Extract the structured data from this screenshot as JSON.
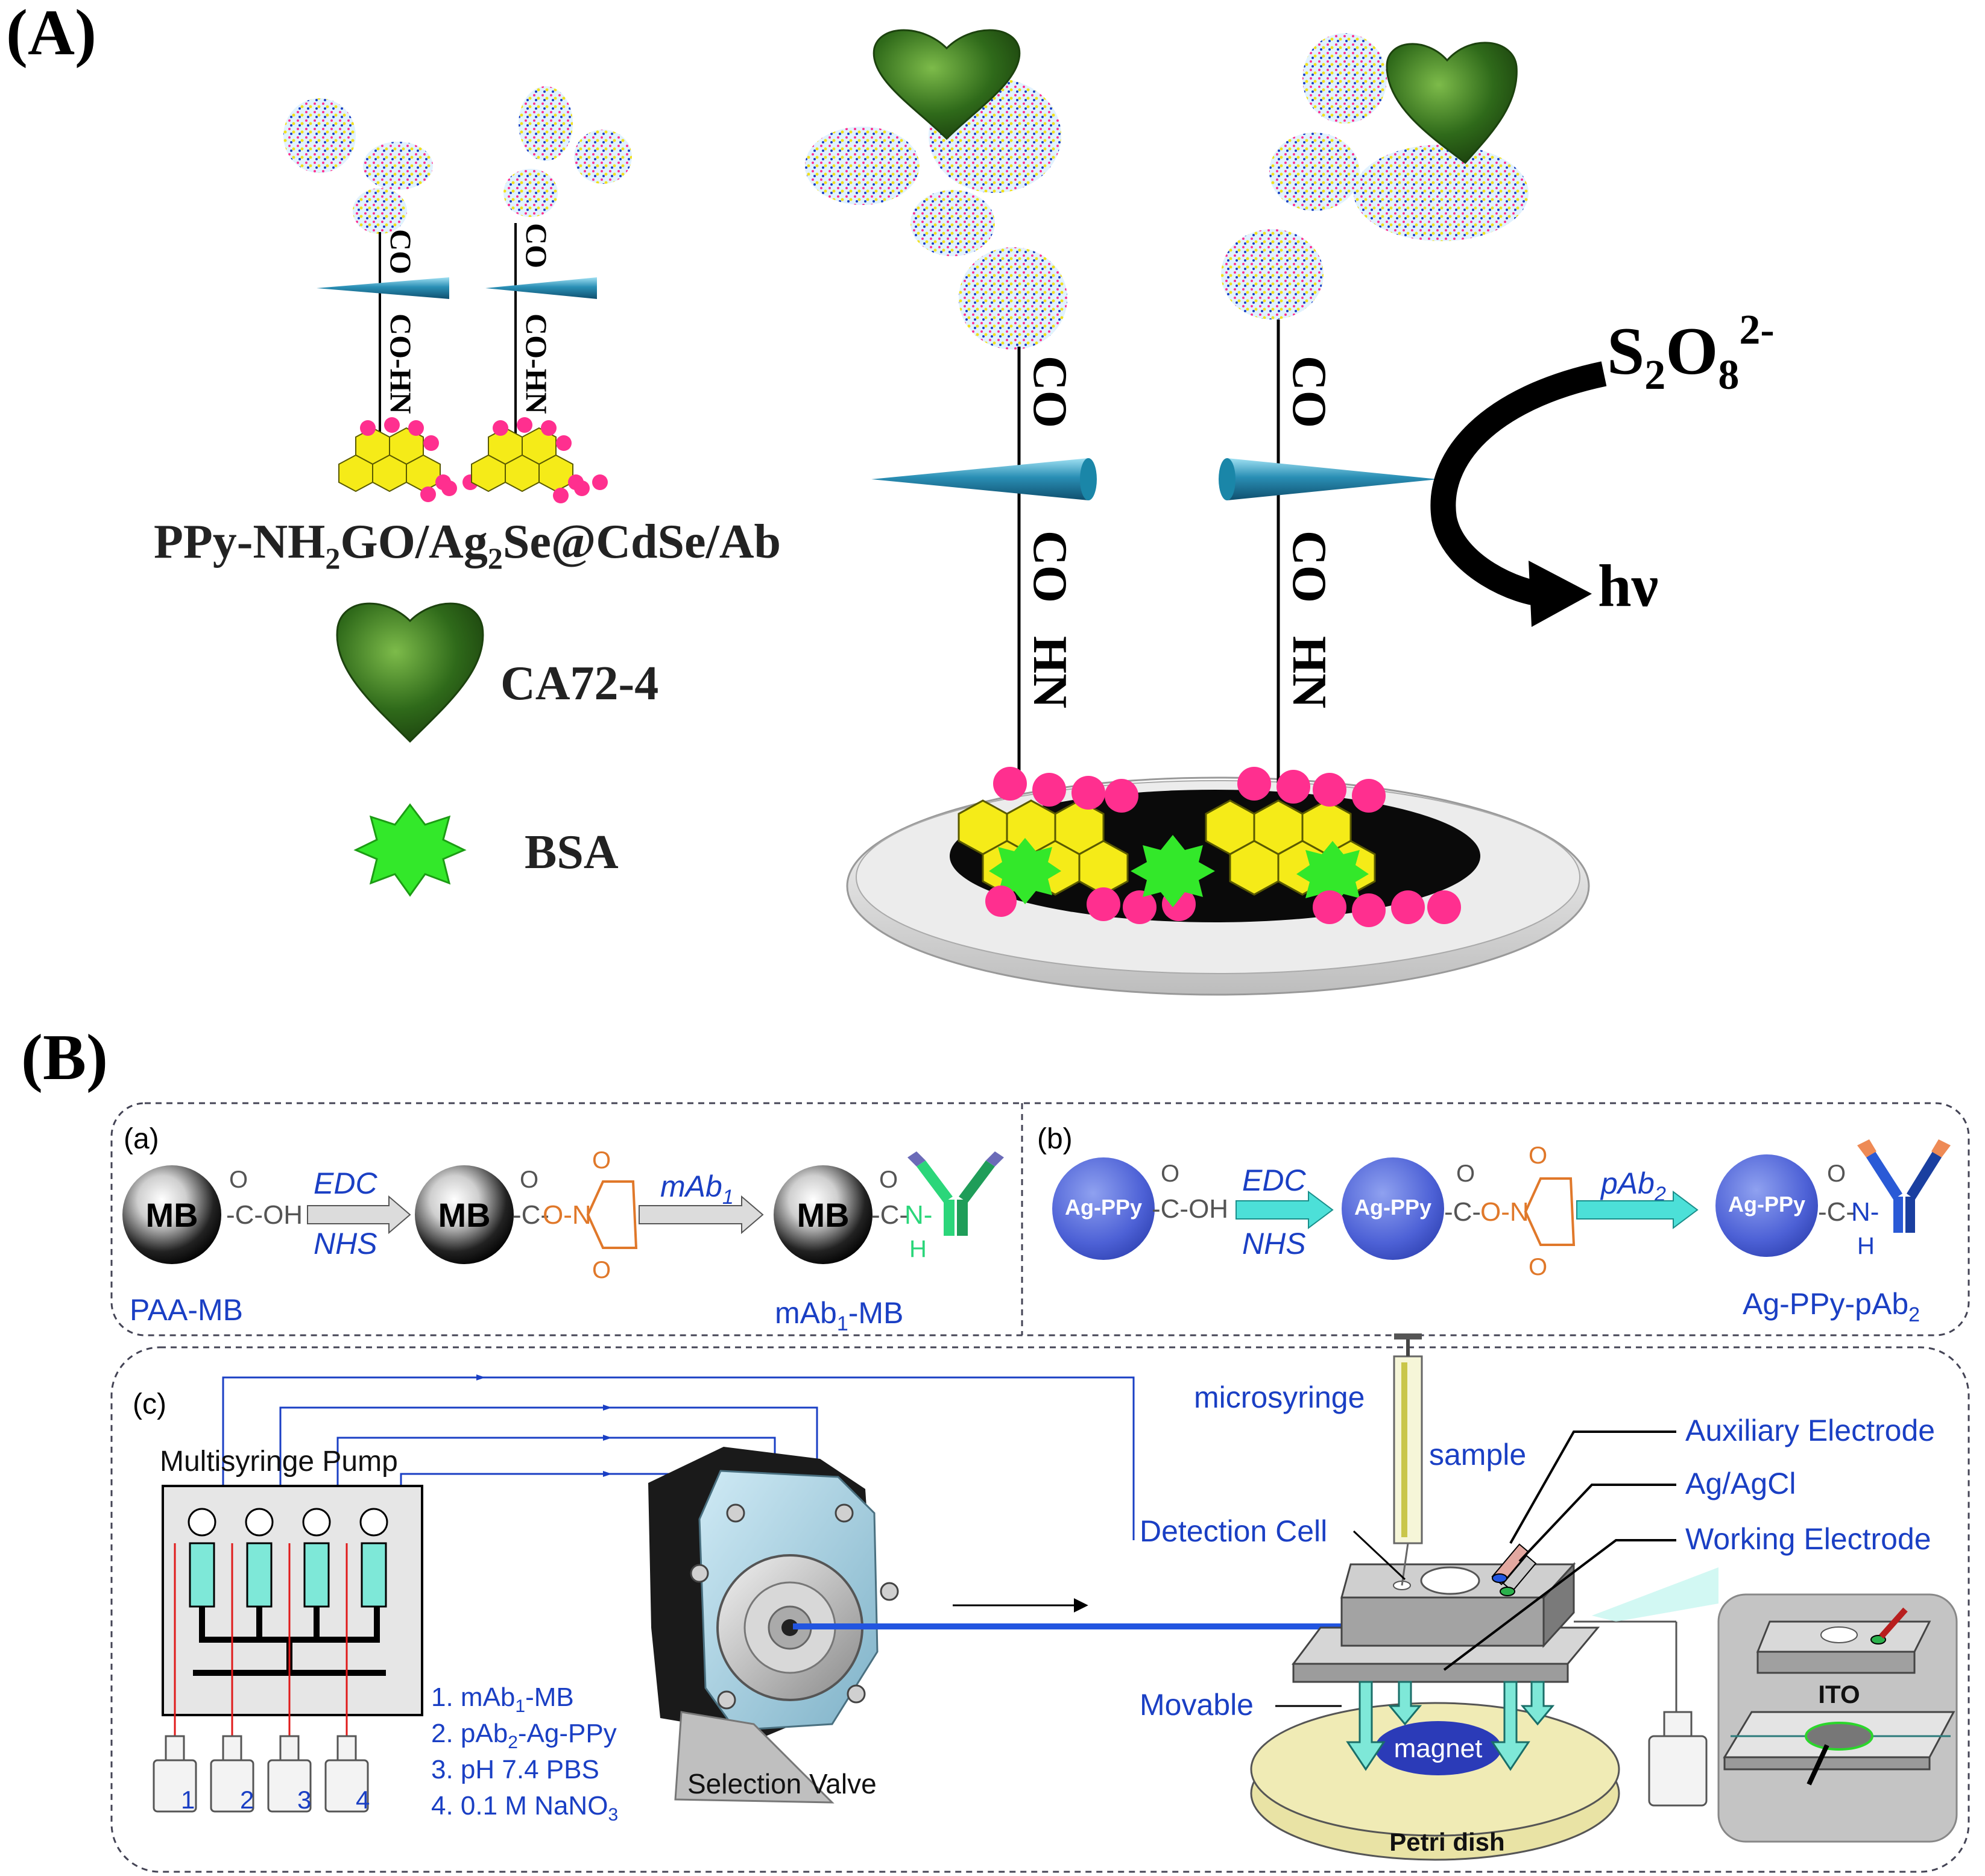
{
  "panelA": {
    "label": "(A)",
    "conjugate_label_parts": [
      "PPy-NH",
      "2",
      "GO/Ag",
      "2",
      "Se@CdSe/Ab"
    ],
    "linker_co": "CO",
    "linker_hn": "HN",
    "linker_co_nh": "CO-HN",
    "legend_antigen": "CA72-4",
    "legend_blocker": "BSA",
    "coreactant_parts": [
      "S",
      "2",
      "O",
      "8",
      "2-"
    ],
    "emission": "hν"
  },
  "panelB": {
    "label": "(B)",
    "sub_a": {
      "label": "(a)",
      "bead": "MB",
      "cooh": "-C-OH",
      "oxo": "O",
      "reagent_top": "EDC",
      "reagent_bottom": "NHS",
      "ester_c": "-C-",
      "ester_o": "O-N",
      "step2_parts": [
        "mAb",
        "1"
      ],
      "amide_c": "-C-",
      "amide_n": "N-",
      "amide_h": "H",
      "start_name": "PAA-MB",
      "end_name_parts": [
        "mAb",
        "1",
        "-MB"
      ]
    },
    "sub_b": {
      "label": "(b)",
      "bead": "Ag-PPy",
      "cooh": "-C-OH",
      "oxo": "O",
      "reagent_top": "EDC",
      "reagent_bottom": "NHS",
      "ester_c": "-C-",
      "ester_o": "O-N",
      "step2_parts": [
        "pAb",
        "2"
      ],
      "amide_c": "-C-",
      "amide_n": "N-",
      "amide_h": "H",
      "end_name_parts": [
        "Ag-PPy-pAb",
        "2"
      ]
    },
    "sub_c": {
      "label": "(c)",
      "pump": "Multisyringe Pump",
      "bottles": [
        "1",
        "2",
        "3",
        "4"
      ],
      "reagents": [
        [
          "1. mAb",
          "1",
          "-MB"
        ],
        [
          "2. pAb",
          "2",
          "-Ag-PPy"
        ],
        [
          "3. pH 7.4 PBS",
          "",
          ""
        ],
        [
          "4. 0.1 M NaNO",
          "3",
          ""
        ]
      ],
      "valve": "Selection Valve",
      "microsyringe": "microsyringe",
      "sample": "sample",
      "detection_cell": "Detection Cell",
      "auxiliary_electrode": "Auxiliary Electrode",
      "reference_electrode": "Ag/AgCl",
      "working_electrode": "Working Electrode",
      "movable": "Movable",
      "magnet": "magnet",
      "petri_dish": "Petri dish",
      "ito": "ITO"
    }
  }
}
